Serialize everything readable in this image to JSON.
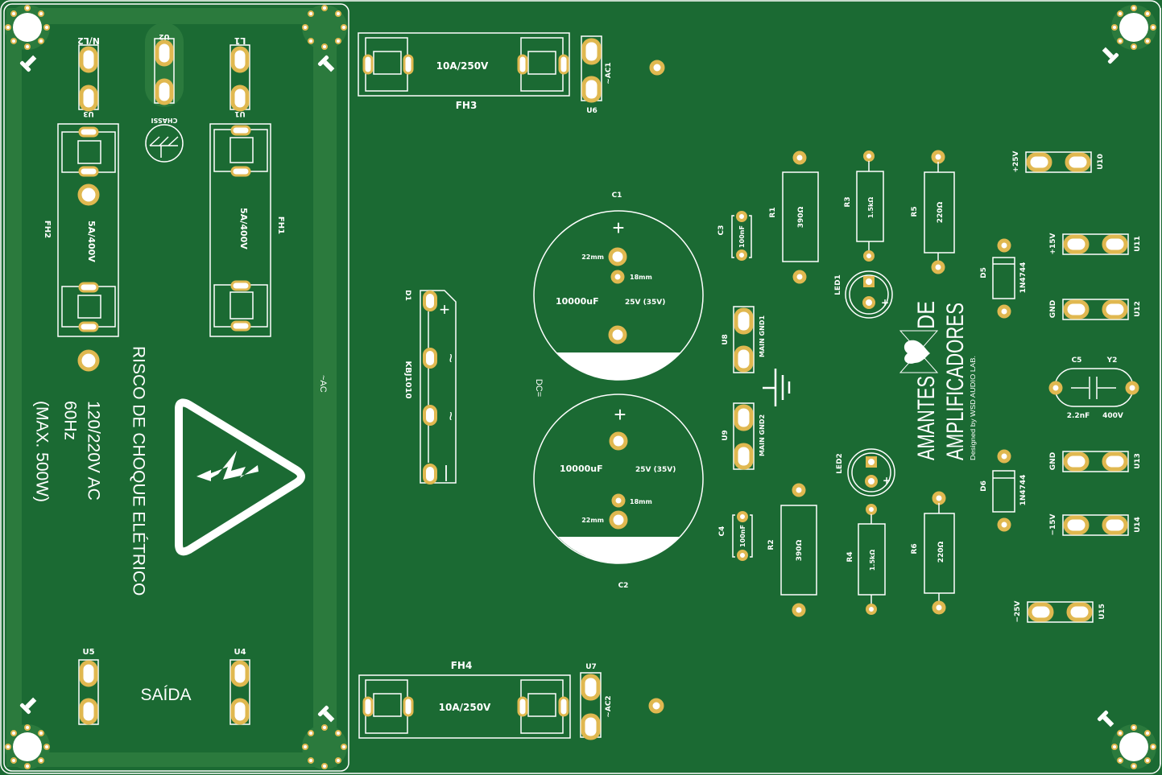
{
  "board": {
    "name": "Power supply PCB",
    "colors": {
      "board": "#1b6a33",
      "zone": "#2b7a3d",
      "pad": "#e0b850",
      "silk": "#ffffff"
    }
  },
  "left_section": {
    "connectors": {
      "nl2": "N/L2",
      "u2": "U2",
      "l1": "L1",
      "u3": "U3",
      "u1": "U1",
      "chassi": "CHASSI",
      "u5": "U5",
      "u4": "U4"
    },
    "fuses": {
      "fh2": {
        "ref": "FH2",
        "rating": "5A/400V"
      },
      "fh1": {
        "ref": "FH1",
        "rating": "5A/400V"
      }
    },
    "warning": {
      "title": "RISCO DE CHOQUE ELÉTRICO",
      "line1": "120/220V  AC",
      "line2": "60Hz",
      "line3": "(MAX. 500W)"
    },
    "ac_label": "~AC",
    "output_label": "SAÍDA"
  },
  "fuses_main": {
    "fh3": {
      "ref": "FH3",
      "rating": "10A/250V"
    },
    "fh4": {
      "ref": "FH4",
      "rating": "10A/250V"
    }
  },
  "ac_connectors": {
    "u6": {
      "ref": "U6",
      "label": "~AC1"
    },
    "u7": {
      "ref": "U7",
      "label": "~AC2"
    }
  },
  "bridge": {
    "ref": "D1",
    "part": "KBJ1010",
    "pins": [
      "+",
      "~",
      "~",
      "−"
    ]
  },
  "dc_label": "DC=",
  "capacitors": {
    "c1": {
      "ref": "C1",
      "value": "10000uF",
      "voltage": "25V (35V)",
      "size1": "22mm",
      "size2": "18mm"
    },
    "c2": {
      "ref": "C2",
      "value": "10000uF",
      "voltage": "25V (35V)",
      "size1": "22mm",
      "size2": "18mm"
    },
    "c3": {
      "ref": "C3",
      "value": "100nF"
    },
    "c4": {
      "ref": "C4",
      "value": "100nF"
    },
    "c5": {
      "ref": "C5",
      "ref2": "Y2",
      "value": "2.2nF",
      "voltage": "400V"
    }
  },
  "resistors": {
    "r1": {
      "ref": "R1",
      "value": "390Ω"
    },
    "r2": {
      "ref": "R2",
      "value": "390Ω"
    },
    "r3": {
      "ref": "R3",
      "value": "1.5kΩ"
    },
    "r4": {
      "ref": "R4",
      "value": "1.5kΩ"
    },
    "r5": {
      "ref": "R5",
      "value": "220Ω"
    },
    "r6": {
      "ref": "R6",
      "value": "220Ω"
    }
  },
  "leds": {
    "led1": "LED1",
    "led2": "LED2",
    "plus": "+"
  },
  "gnd_connectors": {
    "u8": {
      "ref": "U8",
      "label": "MAIN  GND1"
    },
    "u9": {
      "ref": "U9",
      "label": "MAIN  GND2"
    }
  },
  "zeners": {
    "d5": {
      "ref": "D5",
      "part": "1N4744"
    },
    "d6": {
      "ref": "D6",
      "part": "1N4744"
    }
  },
  "outputs": [
    {
      "ref": "U10",
      "label": "+25V"
    },
    {
      "ref": "U11",
      "label": "+15V"
    },
    {
      "ref": "U12",
      "label": "GND"
    },
    {
      "ref": "U13",
      "label": "GND"
    },
    {
      "ref": "U14",
      "label": "−15V"
    },
    {
      "ref": "U15",
      "label": "−25V"
    }
  ],
  "logo": {
    "line1": "AMANTES",
    "line1b": "DE",
    "line2": "AMPLIFICADORES",
    "credit": "Designed by WSD AUDIO LAB."
  }
}
